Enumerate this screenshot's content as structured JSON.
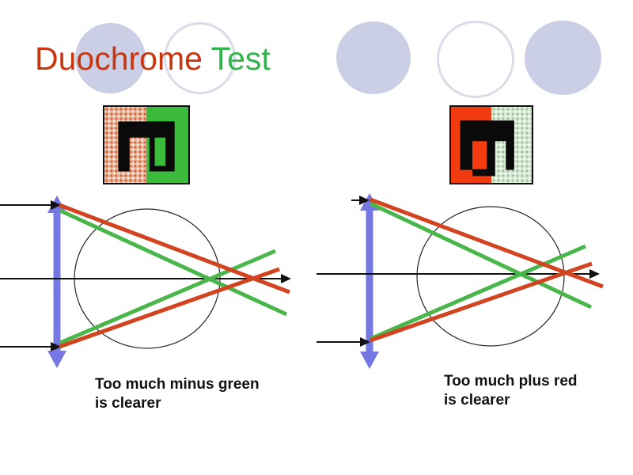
{
  "title": {
    "red_part": "Duochrome",
    "green_part": "Test"
  },
  "captions": {
    "left": {
      "line1": "Too much minus green",
      "line2": "is clearer"
    },
    "right": {
      "line1": "Too much plus red",
      "line2": "is clearer"
    }
  },
  "targets": {
    "left": {
      "left_half": "blurred dithered red",
      "right_half": "clear solid green",
      "optotype": "black rotated-E"
    },
    "right": {
      "left_half": "clear solid red",
      "right_half": "blurred dithered green",
      "optotype": "black rotated-E"
    }
  },
  "colors": {
    "title_red": "#c8360f",
    "title_green": "#33b34d",
    "decor_fill": "#cbcfe5",
    "decor_outline": "#d9dce9",
    "target_red": "#f23c10",
    "target_green": "#3cba3c",
    "dither_red_base": "#e8af93",
    "dither_green_base": "#d5e8d1",
    "ray_red": "#d2431f",
    "ray_green": "#49b649",
    "lens_blue": "#7577e2",
    "ink": "#111111"
  }
}
